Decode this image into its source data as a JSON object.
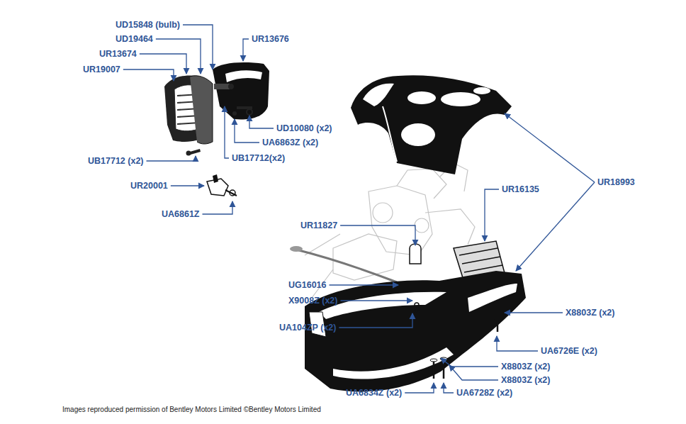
{
  "diagram": {
    "caption": "Images reproduced permission of Bentley Motors Limited ©Bentley Motors Limited",
    "labels": [
      "UD15848 (bulb)",
      "UD19464",
      "UR13676",
      "UR13674",
      "UR19007",
      "UD10080 (x2)",
      "UA6863Z (x2)",
      "UB17712 (x2)",
      "UB17712(x2)",
      "UR20001",
      "UA6861Z",
      "UR18993",
      "UR16135",
      "UR11827",
      "UG16016",
      "X9008Z (x2)",
      "UA104ZP (x2)",
      "X8803Z (x2)",
      "UA6726E (x2)",
      "X8803Z (x2)",
      "X8803Z (x2)",
      "UA6834Z (x2)",
      "UA6728Z (x2)"
    ]
  }
}
